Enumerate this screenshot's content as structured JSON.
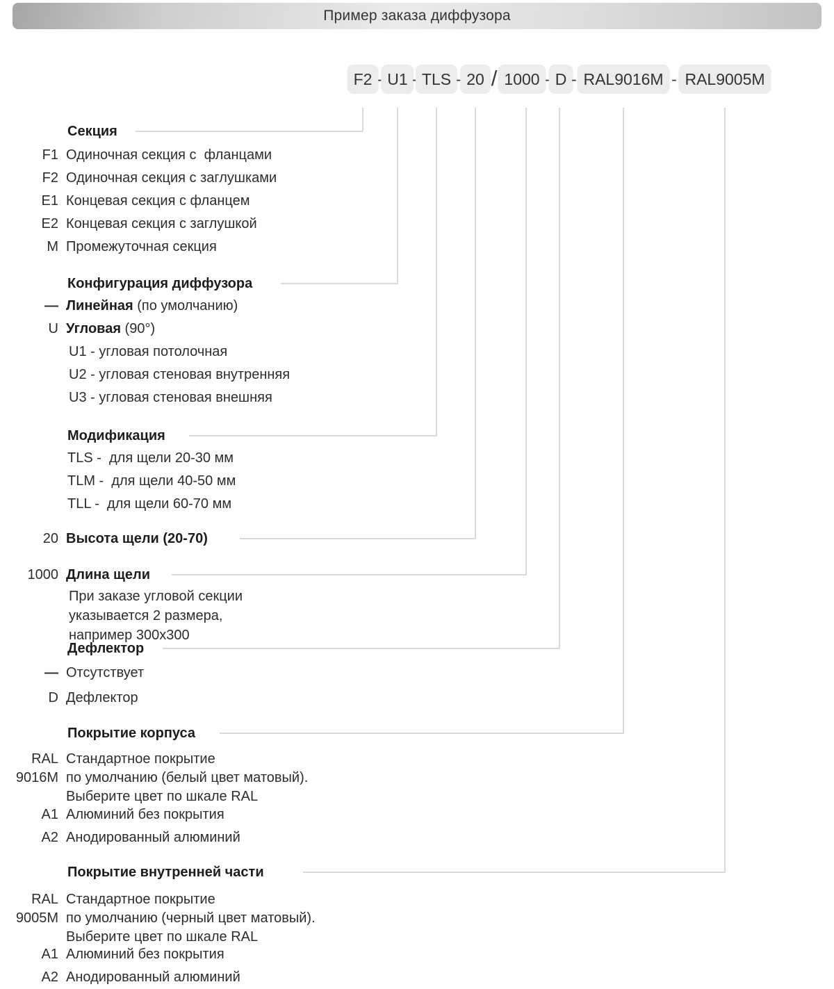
{
  "header": {
    "title": "Пример заказа диффузора"
  },
  "order_code": {
    "segments": [
      "F2",
      "U1",
      "TLS",
      "20",
      "1000",
      "D",
      "RAL9016M",
      "RAL9005M"
    ],
    "separators": [
      "-",
      "-",
      "-",
      "/",
      "-",
      "-",
      "-"
    ]
  },
  "sections": {
    "section": {
      "heading": "Секция",
      "items": [
        {
          "code": "F1",
          "text": "Одиночная секция с  фланцами"
        },
        {
          "code": "F2",
          "text": "Одиночная секция с заглушками"
        },
        {
          "code": "E1",
          "text": "Концевая секция с фланцем"
        },
        {
          "code": "E2",
          "text": "Концевая секция с заглушкой"
        },
        {
          "code": "M",
          "text": "Промежуточная секция"
        }
      ]
    },
    "configuration": {
      "heading": "Конфигурация диффузора",
      "items": [
        {
          "code": "—",
          "bold": "Линейная",
          "rest": " (по умолчанию)"
        },
        {
          "code": "U",
          "bold": "Угловая",
          "rest": " (90°)"
        }
      ],
      "sub_items": [
        "U1 - угловая потолочная",
        "U2 - угловая стеновая внутренняя",
        "U3 - угловая стеновая внешняя"
      ]
    },
    "modification": {
      "heading": "Модификация",
      "items": [
        "TLS -  для щели 20-30 мм",
        "TLM -  для щели 40-50 мм",
        "TLL -  для щели 60-70 мм"
      ]
    },
    "slot_height": {
      "code": "20",
      "heading": "Высота щели (20-70)"
    },
    "slot_length": {
      "code": "1000",
      "heading": "Длина щели",
      "note_lines": [
        "При заказе угловой секции",
        "указывается 2 размера,",
        "например 300х300"
      ]
    },
    "deflector": {
      "heading": "Дефлектор",
      "items": [
        {
          "code": "—",
          "text": "Отсутствует"
        },
        {
          "code": "D",
          "text": "Дефлектор"
        }
      ]
    },
    "body_coating": {
      "heading": "Покрытие корпуса",
      "default_item": {
        "code_line1": "RAL",
        "code_line2": "9016M",
        "text_lines": [
          "Стандартное покрытие",
          "по умолчанию (белый цвет матовый).",
          "Выберите цвет по шкале RAL"
        ]
      },
      "items": [
        {
          "code": "A1",
          "text": "Алюминий без покрытия"
        },
        {
          "code": "A2",
          "text": "Анодированный алюминий"
        }
      ]
    },
    "inner_coating": {
      "heading": "Покрытие внутренней части",
      "default_item": {
        "code_line1": "RAL",
        "code_line2": "9005M",
        "text_lines": [
          "Стандартное покрытие",
          "по умолчанию (черный цвет матовый).",
          "Выберите цвет по шкале RAL"
        ]
      },
      "items": [
        {
          "code": "A1",
          "text": "Алюминий без покрытия"
        },
        {
          "code": "A2",
          "text": "Анодированный алюминий"
        }
      ]
    }
  },
  "colors": {
    "connector_line": "#d9d9d9",
    "code_box_bg": "#ececec",
    "header_gradient_left": "#a6a6a6",
    "header_gradient_mid": "#ebebeb",
    "header_gradient_right": "#c2c2c2",
    "body_text": "#2d2d2d"
  }
}
